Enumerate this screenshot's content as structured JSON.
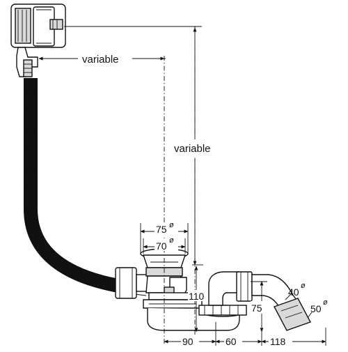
{
  "diagram": {
    "labels": {
      "variable_horizontal": "variable",
      "variable_vertical": "variable"
    },
    "dimensions": {
      "d75": {
        "value": "75",
        "symbol": "ø"
      },
      "d70": {
        "value": "70",
        "symbol": "ø"
      },
      "h110": "110",
      "h75": "75",
      "d40": {
        "value": "40",
        "symbol": "ø"
      },
      "d50": {
        "value": "50",
        "symbol": "ø"
      },
      "w90": "90",
      "w60": "60",
      "w118": "118"
    }
  }
}
